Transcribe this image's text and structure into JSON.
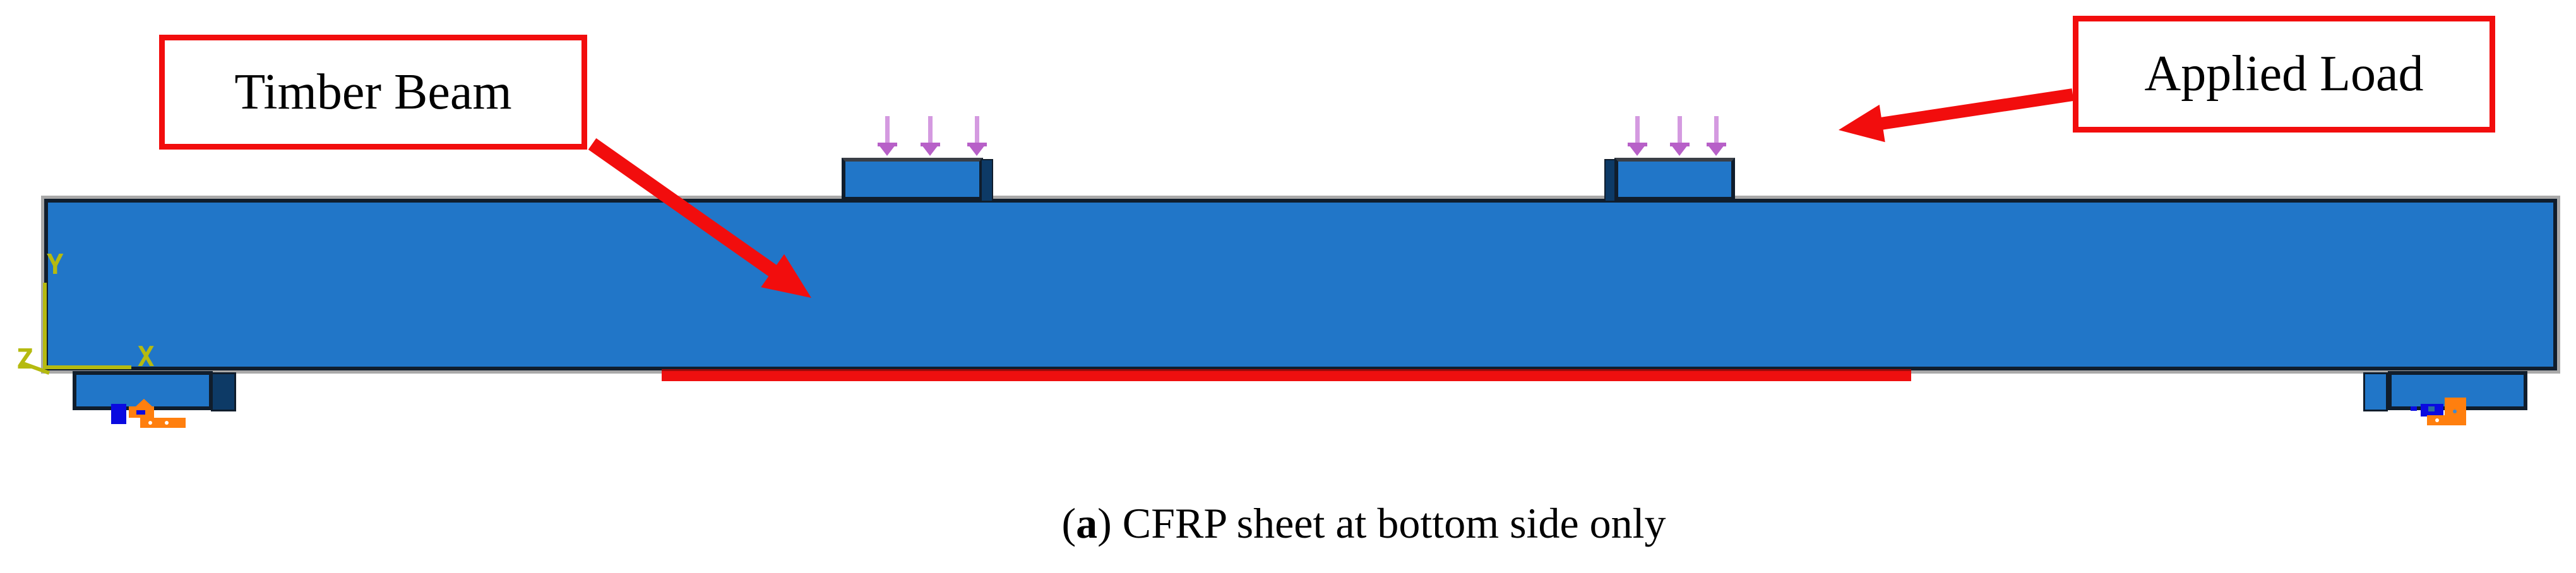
{
  "figure": {
    "annotations": {
      "timber_beam_label": "Timber Beam",
      "applied_load_label": "Applied Load"
    },
    "caption": {
      "prefix": "(",
      "marker": "a",
      "suffix": ")",
      "body": " CFRP sheet at bottom side only"
    },
    "axis_triad": {
      "x_label": "X",
      "y_label": "Y",
      "z_label": "Z"
    },
    "colors": {
      "beam_fill": "#2176c8",
      "side_face_dark": "#0d3a66",
      "edge_black": "#101d2c",
      "shadow_gray": "#a9a9a9",
      "cfrp_red": "#ee0f0f",
      "annotation_red": "#f20d0d",
      "load_arrow_purple": "#b760c8",
      "load_arrow_purple_light": "#d49ae0",
      "axes_yellow": "#b5ba10",
      "bc_orange": "#ff7f0e",
      "bc_blue": "#0a0ae0"
    }
  }
}
